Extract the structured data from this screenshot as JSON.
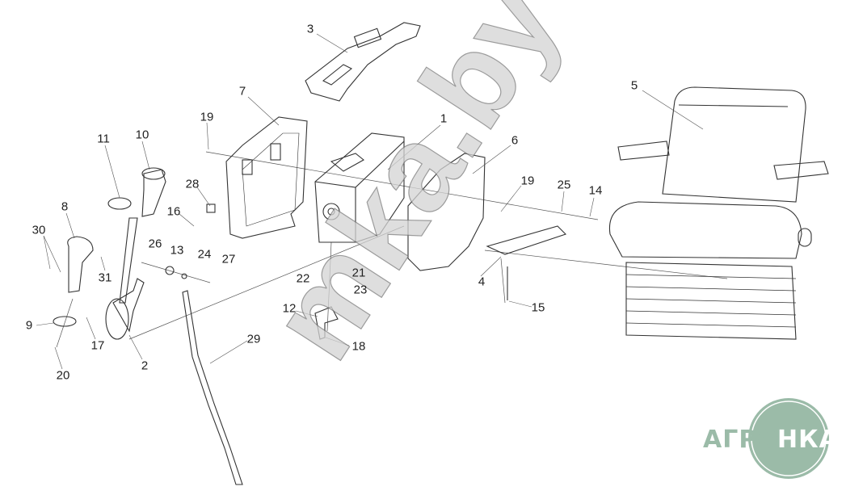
{
  "diagram": {
    "labels": {
      "l1": "1",
      "l2": "2",
      "l3": "3",
      "l4": "4",
      "l5": "5",
      "l6": "6",
      "l7": "7",
      "l8": "8",
      "l9": "9",
      "l10": "10",
      "l11": "11",
      "l12": "12",
      "l13": "13",
      "l14": "14",
      "l15": "15",
      "l16": "16",
      "l17": "17",
      "l18": "18",
      "l19a": "19",
      "l19b": "19",
      "l20": "20",
      "l21": "21",
      "l22": "22",
      "l23": "23",
      "l24": "24",
      "l25": "25",
      "l26": "26",
      "l27": "27",
      "l28": "28",
      "l29": "29",
      "l30": "30",
      "l31": "31"
    },
    "watermark": "mka.by",
    "logo": {
      "left": "АГРО",
      "right": "НКА",
      "color": "#9bbba8"
    }
  }
}
